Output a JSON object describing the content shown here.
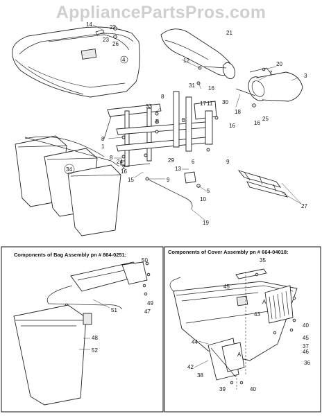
{
  "watermark": "AppliancePartsPros.com",
  "inset_bag": {
    "title": "Components of Bag Assembly pn # 864-0251:"
  },
  "inset_cover": {
    "title": "Components of Cover Assembly pn # 664-04018:"
  },
  "callouts": {
    "c14": "14",
    "c22": "22",
    "c23": "23",
    "c26": "26",
    "c4": "4",
    "c21": "21",
    "c12": "12",
    "c20": "20",
    "c7": "7",
    "c3": "3",
    "c31": "31",
    "c16a": "16",
    "c8a": "8",
    "c33": "33",
    "cB1": "B",
    "c17": "17",
    "c11": "11",
    "c30": "30",
    "c18": "18",
    "c25": "25",
    "c16b": "16",
    "cB2": "B",
    "c16c": "16",
    "c8b": "8",
    "c9a": "9",
    "c8c": "8",
    "c24": "24",
    "c2": "2",
    "c29": "29",
    "c6": "6",
    "c16d": "16",
    "c13": "13",
    "c15": "15",
    "c9b": "9",
    "c5": "5",
    "c10": "10",
    "c34": "34",
    "c1": "1",
    "c19": "19",
    "c27": "27",
    "c50": "50",
    "c49": "49",
    "c47": "47",
    "c51": "51",
    "c48": "48",
    "c52": "52",
    "c35": "35",
    "c45a": "45",
    "cA1": "A",
    "c43": "43",
    "c40a": "40",
    "c45b": "45",
    "c37": "37",
    "c46": "46",
    "c44": "44",
    "cA2": "A",
    "c42": "42",
    "c36": "36",
    "c38": "38",
    "c39": "39",
    "c40b": "40"
  }
}
